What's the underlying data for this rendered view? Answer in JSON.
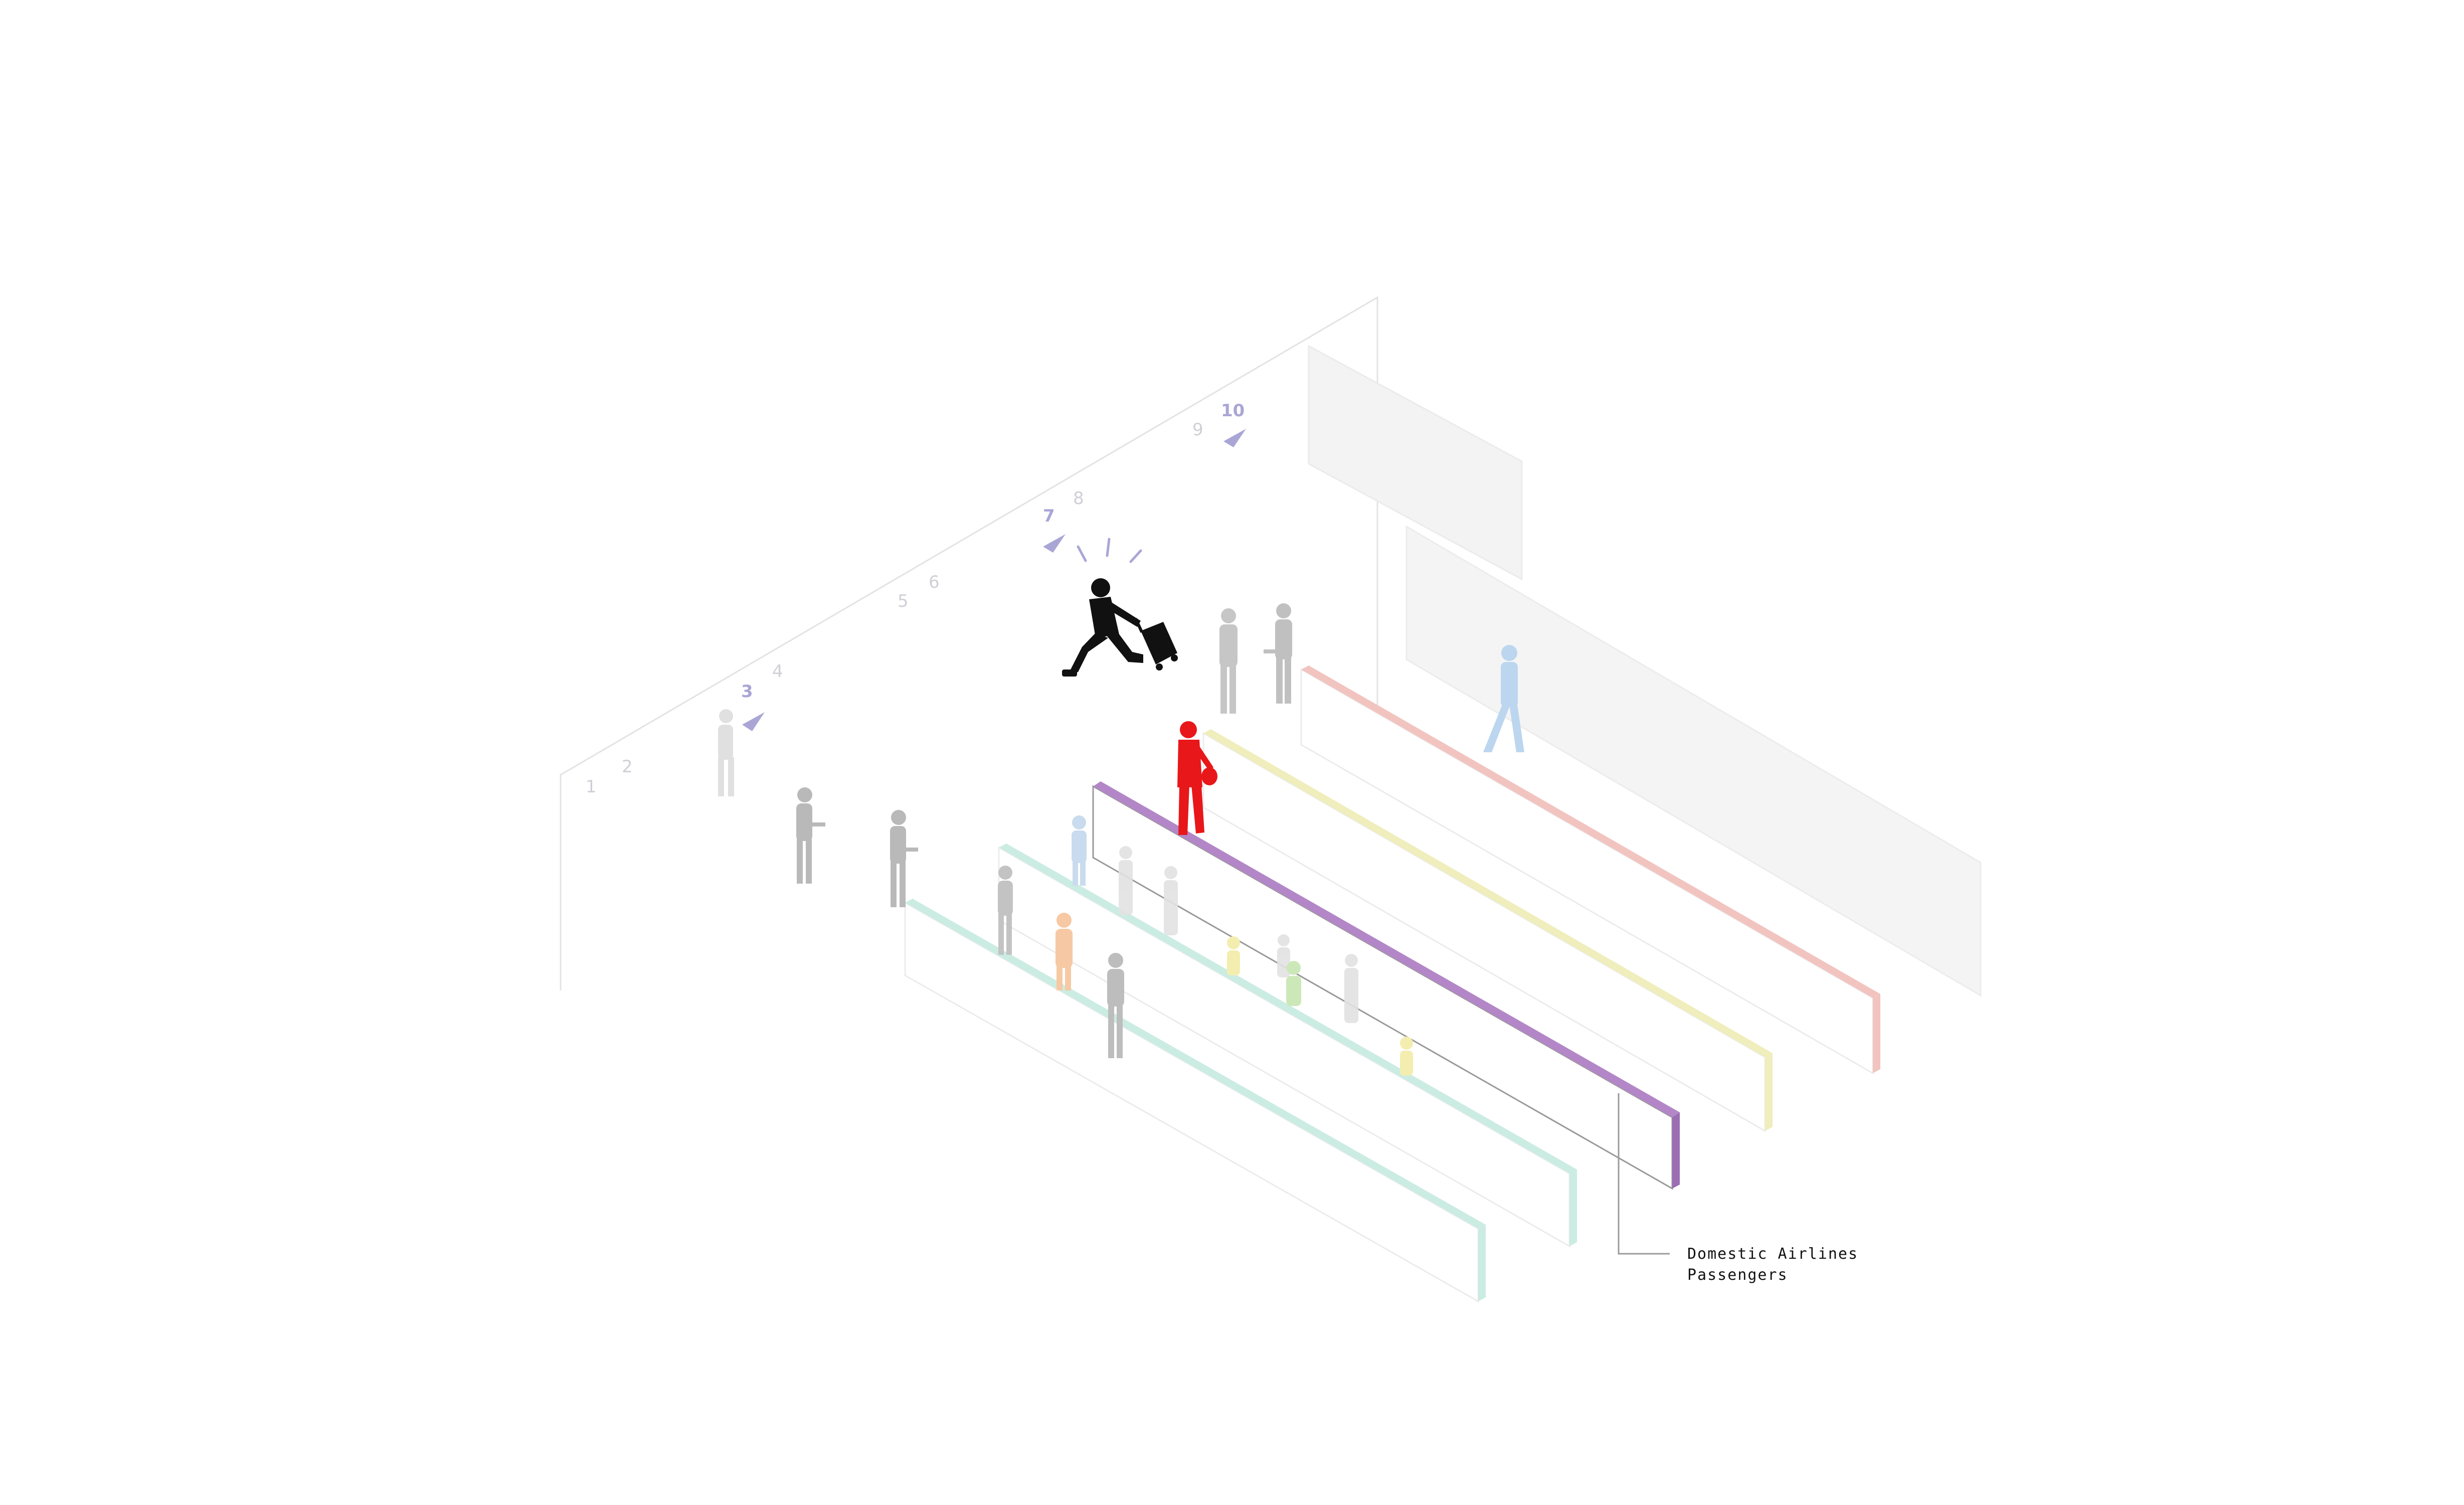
{
  "diagram": {
    "callout": {
      "line1": "Domestic Airlines",
      "line2": "Passengers"
    },
    "gate_numbers": [
      "1",
      "2",
      "3",
      "4",
      "5",
      "6",
      "7",
      "8",
      "9",
      "10"
    ],
    "active_gates": [
      "3",
      "7",
      "10"
    ],
    "colors": {
      "highlight_barrier": "#b387c7",
      "pink_barrier": "#f2c4c0",
      "yellow_barrier": "#efeebc",
      "mint_barrier": "#cbece2",
      "running_passenger": "#111111",
      "standing_passenger_highlight": "#e8171a",
      "blue_passenger": "#bcd6ef",
      "grey_passenger": "#bdbdbd",
      "gate_marker": "#a9a6d6"
    }
  }
}
